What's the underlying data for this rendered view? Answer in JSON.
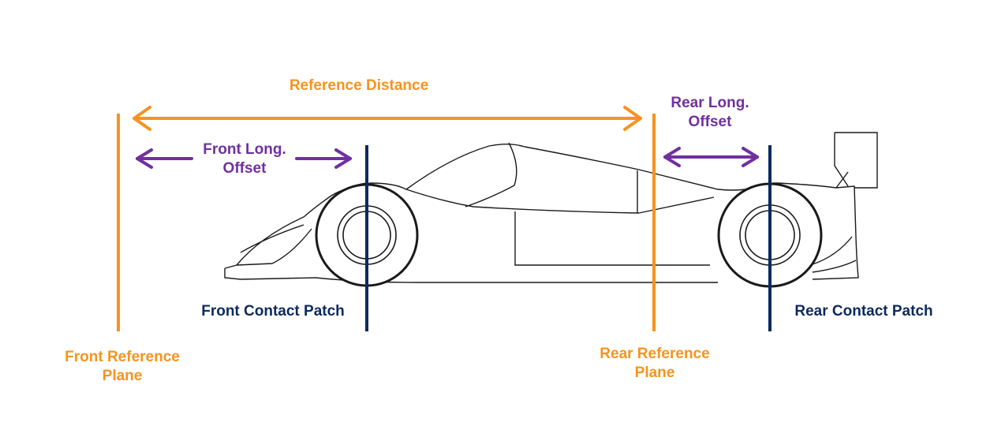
{
  "labels": {
    "reference_distance": "Reference Distance",
    "front_long_offset_1": "Front Long.",
    "front_long_offset_2": "Offset",
    "rear_long_offset_1": "Rear Long.",
    "rear_long_offset_2": "Offset",
    "front_contact_patch": "Front Contact Patch",
    "rear_contact_patch": "Rear Contact Patch",
    "front_reference_plane_1": "Front Reference",
    "front_reference_plane_2": "Plane",
    "rear_reference_plane_1": "Rear Reference",
    "rear_reference_plane_2": "Plane"
  },
  "colors": {
    "reference": "#f7931e",
    "offset": "#7030a0",
    "contact_patch": "#0b2a5e",
    "car_outline": "#1a1a1a"
  }
}
